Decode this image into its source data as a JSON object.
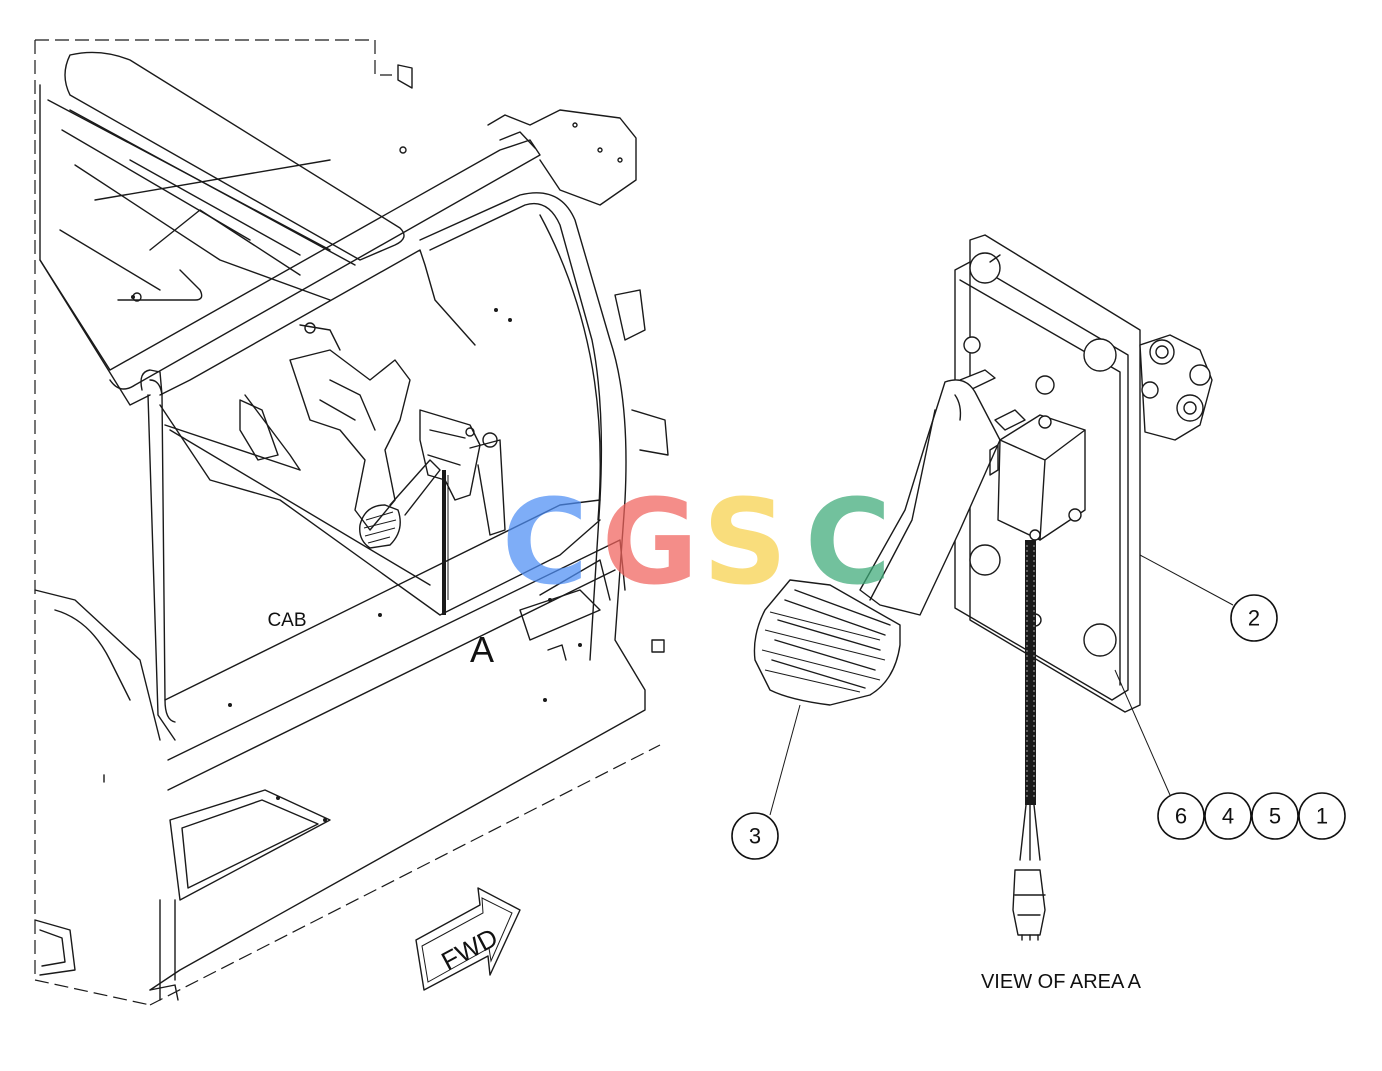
{
  "labels": {
    "cab": "CAB",
    "area": "A",
    "fwd": "FWD",
    "view_caption": "VIEW OF AREA A"
  },
  "callouts": [
    "1",
    "2",
    "3",
    "4",
    "5",
    "6"
  ],
  "watermark": {
    "letters": [
      "C",
      "G",
      "S",
      "C"
    ],
    "colors": [
      "#4d8ef5",
      "#f0625c",
      "#f7d04a",
      "#3daa78"
    ]
  }
}
